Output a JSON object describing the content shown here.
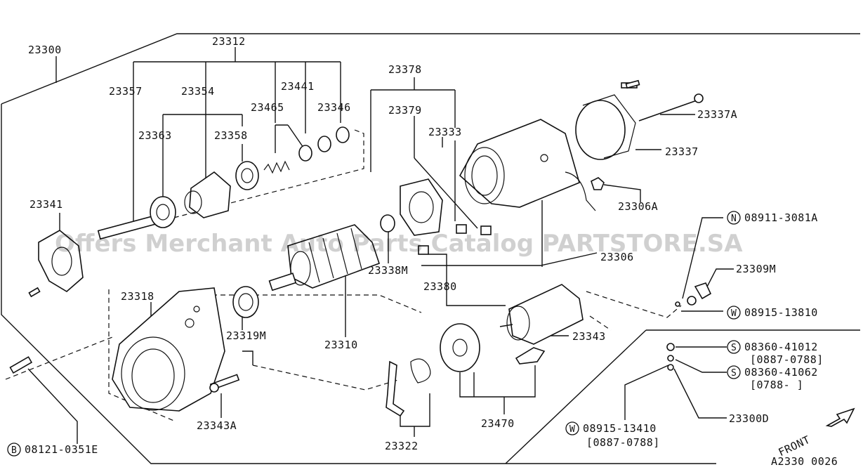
{
  "labels": {
    "p23300": "23300",
    "p23312": "23312",
    "p23357": "23357",
    "p23354": "23354",
    "p23441": "23441",
    "p23465": "23465",
    "p23346": "23346",
    "p23363": "23363",
    "p23358": "23358",
    "p23378": "23378",
    "p23379": "23379",
    "p23333": "23333",
    "p23337A": "23337A",
    "p23337": "23337",
    "p23341": "23341",
    "p23306A": "23306A",
    "p23306": "23306",
    "p23338M": "23338M",
    "p23380": "23380",
    "p23318": "23318",
    "p23319M": "23319M",
    "p23310": "23310",
    "p23343": "23343",
    "p23343A": "23343A",
    "p23322": "23322",
    "p23470": "23470",
    "p23309M": "23309M",
    "p23300D": "23300D",
    "nut_08911": "08911-3081A",
    "washer_08915_13810": "08915-13810",
    "screw_08360_41012": "08360-41012",
    "screw_08360_41012_range": "[0887-0788]",
    "screw_08360_41062": "08360-41062",
    "screw_08360_41062_range": "[0788-      ]",
    "washer_08915_13410": "08915-13410",
    "washer_08915_13410_range": "[0887-0788]",
    "bolt_08121": "08121-0351E",
    "front": "FRONT",
    "diagram_code": "A2330 0026"
  },
  "prefixes": {
    "nut": "N",
    "washer": "W",
    "screw": "S",
    "bolt": "B"
  },
  "watermark": "Offers Merchant Auto Parts Catalog PARTSTORE.SA"
}
